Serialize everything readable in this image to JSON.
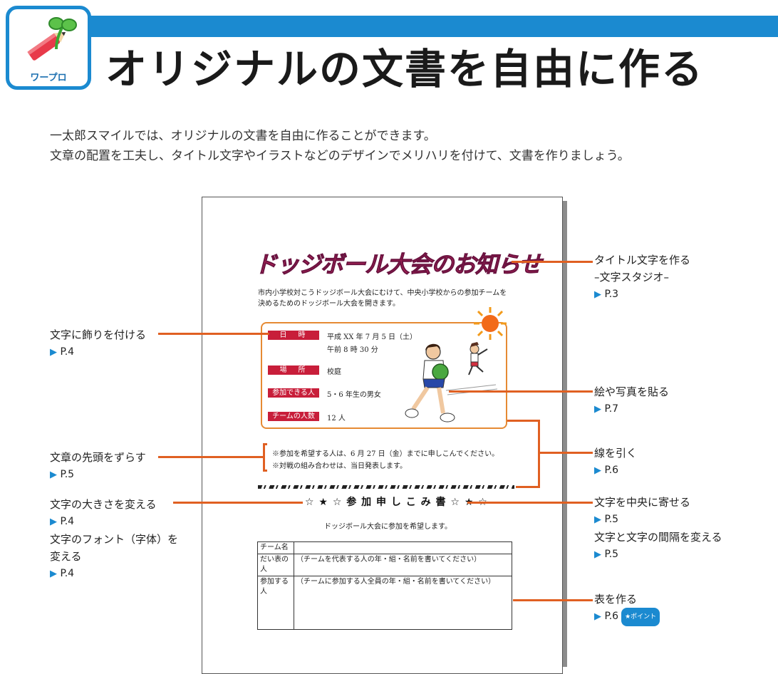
{
  "header": {
    "logo_label": "ワープロ",
    "title": "オリジナルの文書を自由に作る"
  },
  "intro": {
    "line1": "一太郎スマイルでは、オリジナルの文書を自由に作ることができます。",
    "line2": "文章の配置を工夫し、タイトル文字やイラストなどのデザインでメリハリを付けて、文書を作りましょう。"
  },
  "sample_doc": {
    "title": "ドッジボール大会のお知らせ",
    "intro_line1": "市内小学校対こうドッジボール大会にむけて、中央小学校からの参加チームを",
    "intro_line2": "決めるためのドッジボール大会を開きます。",
    "info": [
      {
        "label": "日　時",
        "value": "平成 XX 年 7 月 5 日（土）",
        "value2": "午前 8 時 30 分"
      },
      {
        "label": "場　所",
        "value": "校庭"
      },
      {
        "label": "参加できる人",
        "value": "5・6 年生の男女"
      },
      {
        "label": "チームの人数",
        "value": "12 人"
      }
    ],
    "notes": [
      "※参加を希望する人は、6 月 27 日（金）までに申しこんでください。",
      "※対戦の組み合わせは、当日発表します。"
    ],
    "apply_title": "☆ ★ ☆ 参 加 申 し こ み 書 ☆ ★ ☆",
    "apply_sub": "ドッジボール大会に参加を希望します。",
    "form_rows": [
      {
        "label": "チーム名",
        "value": ""
      },
      {
        "label": "だい表の人",
        "value": "（チームを代表する人の年・組・名前を書いてください）"
      },
      {
        "label": "参加する人",
        "value": "（チームに参加する人全員の年・組・名前を書いてください）"
      }
    ]
  },
  "callouts": {
    "title_text": {
      "text": "タイトル文字を作る",
      "sub": "–文字スタジオ–",
      "ref": "P.3"
    },
    "decorate": {
      "text": "文字に飾りを付ける",
      "ref": "P.4"
    },
    "picture": {
      "text": "絵や写真を貼る",
      "ref": "P.7"
    },
    "indent": {
      "text": "文章の先頭をずらす",
      "ref": "P.5"
    },
    "line": {
      "text": "線を引く",
      "ref": "P.6"
    },
    "size": {
      "text": "文字の大きさを変える",
      "ref": "P.4",
      "text2": "文字のフォント（字体）を",
      "text3": "変える",
      "ref2": "P.4"
    },
    "center": {
      "text": "文字を中央に寄せる",
      "ref": "P.5",
      "text2": "文字と文字の間隔を変える",
      "ref2": "P.5"
    },
    "table": {
      "text": "表を作る",
      "ref": "P.6",
      "badge": "★ポイント"
    }
  },
  "colors": {
    "accent_blue": "#1b8ad0",
    "callout_orange": "#e06022",
    "label_red": "#c81e3a"
  }
}
